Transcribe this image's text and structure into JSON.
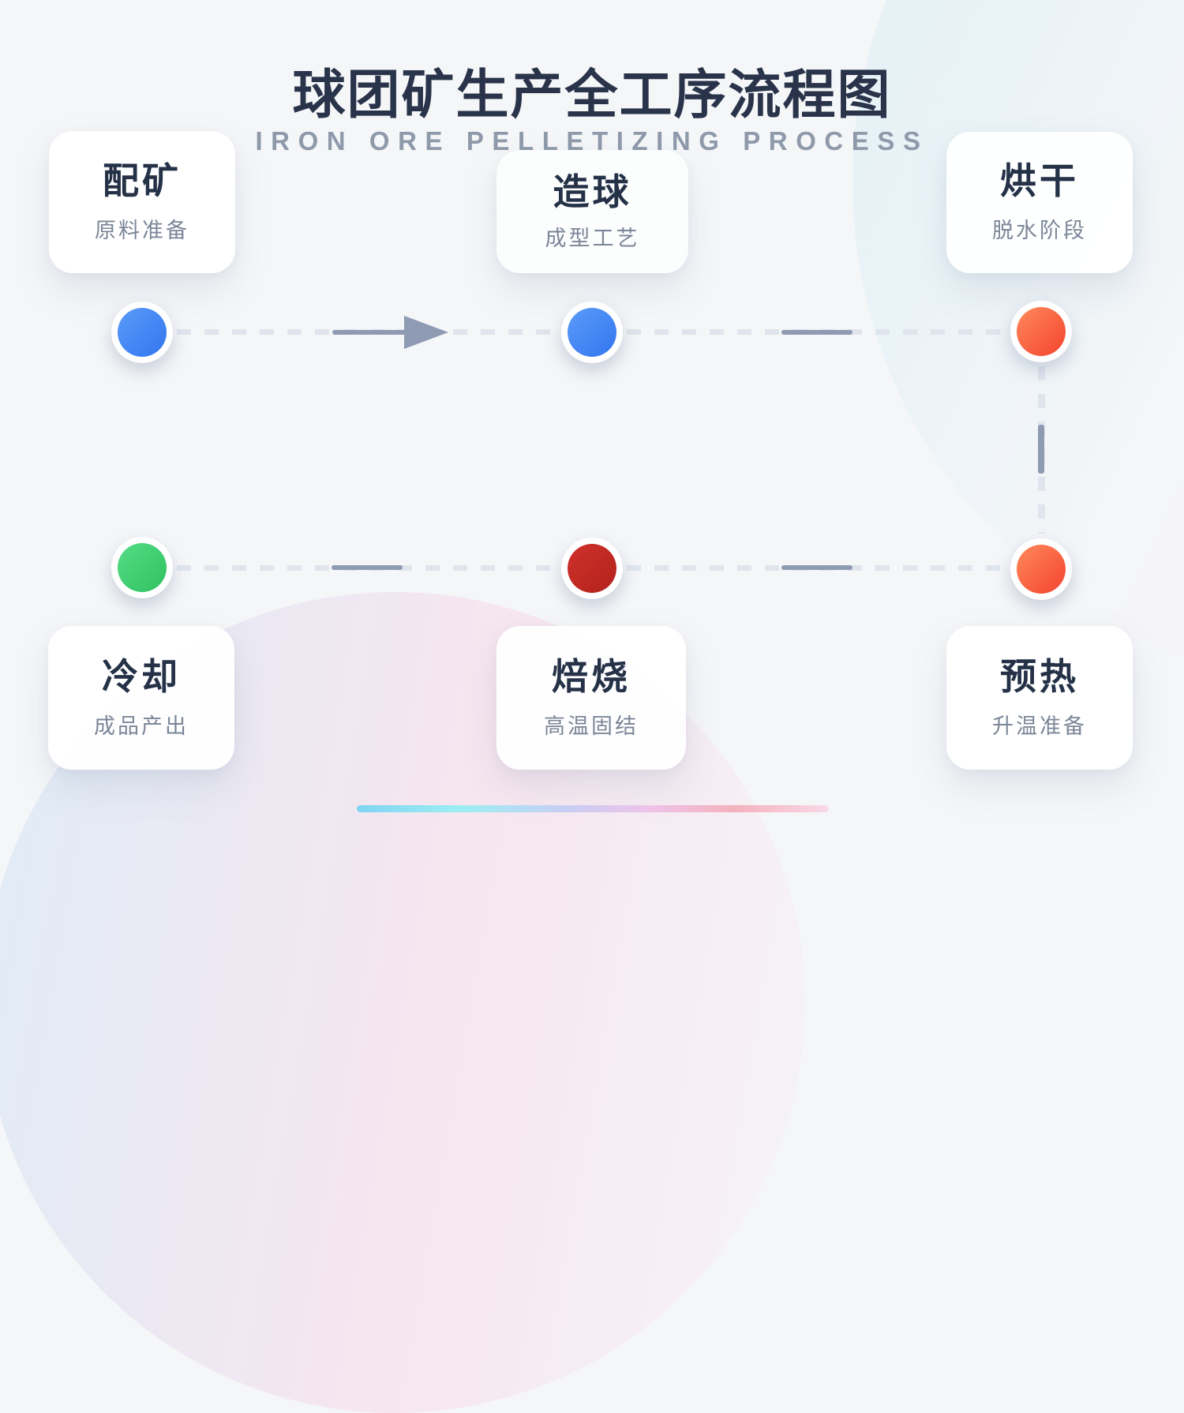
{
  "header": {
    "title": "球团矿生产全工序流程图",
    "subtitle": "IRON ORE PELLETIZING PROCESS"
  },
  "steps": [
    {
      "key": "peikuang",
      "title": "配矿",
      "subtitle": "原料准备",
      "dot_color": "#3f82f3",
      "position": "top-left"
    },
    {
      "key": "zaoqiu",
      "title": "造球",
      "subtitle": "成型工艺",
      "dot_color": "#3f82f3",
      "position": "top-center"
    },
    {
      "key": "honggan",
      "title": "烘干",
      "subtitle": "脱水阶段",
      "dot_color": "#f85a3c",
      "position": "top-right"
    },
    {
      "key": "yure",
      "title": "预热",
      "subtitle": "升温准备",
      "dot_color": "#f85a3c",
      "position": "bottom-right"
    },
    {
      "key": "beishao",
      "title": "焙烧",
      "subtitle": "高温固结",
      "dot_color": "#c32a22",
      "position": "bottom-center"
    },
    {
      "key": "lengque",
      "title": "冷却",
      "subtitle": "成品产出",
      "dot_color": "#38cf6c",
      "position": "bottom-left"
    }
  ],
  "flow_sequence": [
    "配矿",
    "造球",
    "烘干",
    "预热",
    "焙烧",
    "冷却"
  ],
  "colors": {
    "page_background": "#f5f6f8",
    "title_text": "#29334a",
    "subtitle_text": "#8e99aa",
    "card_background": "#ffffff",
    "card_title_text": "#243147",
    "card_subtitle_text": "#7b8698",
    "dashed_line": "#e0e5ed",
    "solid_connector": "#8e9bb3",
    "dot_ring": "#ffffff",
    "blob_pink": "#f5d6e8",
    "blob_blue": "#ceebf4",
    "accent_bar_start": "#7fd4f1",
    "accent_bar_mid": "#c9cdf3",
    "accent_bar_end": "#f9d9e7"
  }
}
